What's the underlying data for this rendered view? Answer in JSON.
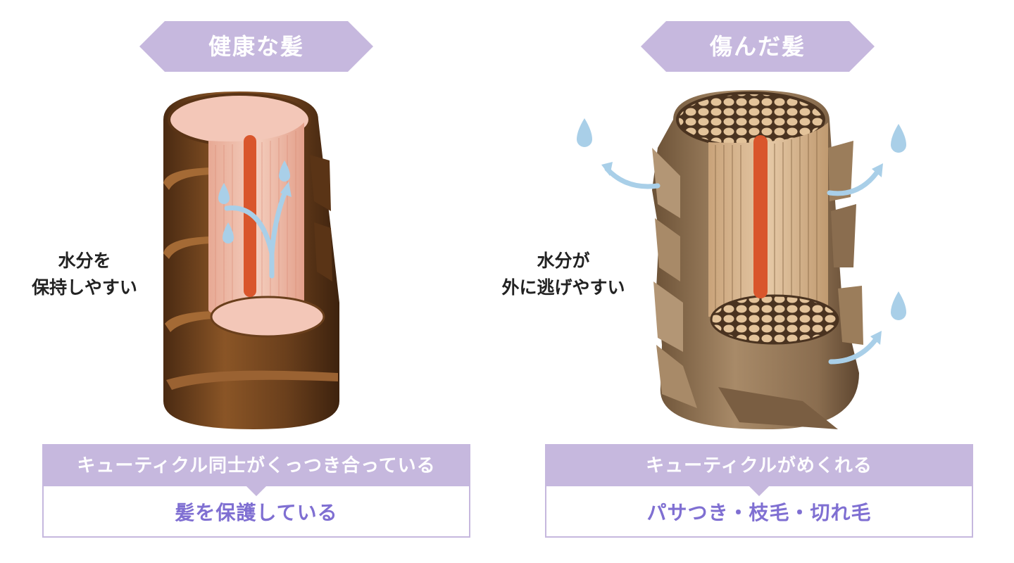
{
  "healthy": {
    "title": "健康な髪",
    "note_line1": "水分を",
    "note_line2": "保持しやすい",
    "caption_head": "キューティクル同士がくっつき合っている",
    "caption_body": "髪を保護している"
  },
  "damaged": {
    "title": "傷んだ髪",
    "note_line1": "水分が",
    "note_line2": "外に逃げやすい",
    "caption_head": "キューティクルがめくれる",
    "caption_body": "パサつき・枝毛・切れ毛"
  },
  "colors": {
    "banner": "#c6b8de",
    "caption_text": "#7f6fd2",
    "water_drop": "#a9cfe8",
    "cortex_healthy": "#f0c4b4",
    "medulla": "#d9562c",
    "cuticle_healthy": "#6a3f1c",
    "cuticle_damaged": "#8a6d4f"
  }
}
